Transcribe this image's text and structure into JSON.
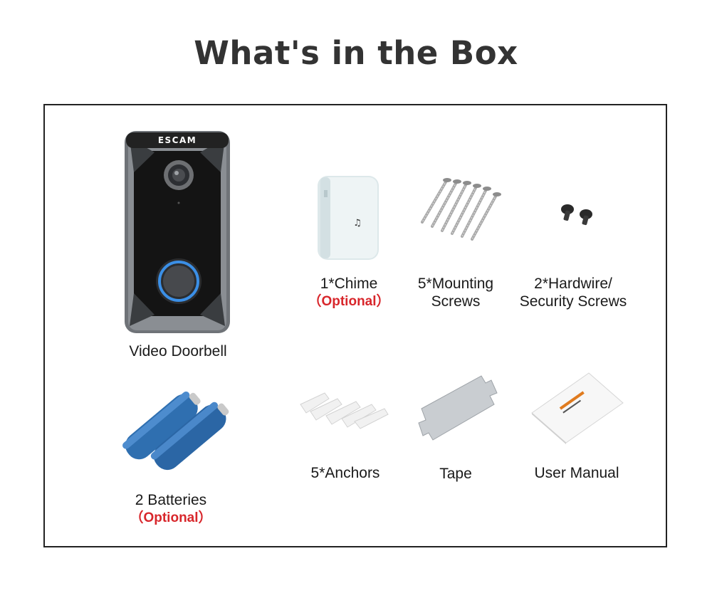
{
  "title": "What's in the Box",
  "brand": "ESCAM",
  "items": [
    {
      "name": "Video Doorbell"
    },
    {
      "name": "1*Chime",
      "note": "（Optional）"
    },
    {
      "name": "5*Mounting",
      "name2": "Screws"
    },
    {
      "name": "2*Hardwire/",
      "name2": "Security Screws"
    },
    {
      "name": "2 Batteries",
      "note": "（Optional）"
    },
    {
      "name": "5*Anchors"
    },
    {
      "name": "Tape"
    },
    {
      "name": "User Manual"
    }
  ],
  "colors": {
    "optional": "#d8262b",
    "battery": "#2f6fb0",
    "doorbell_ring": "#3b8fe6"
  }
}
